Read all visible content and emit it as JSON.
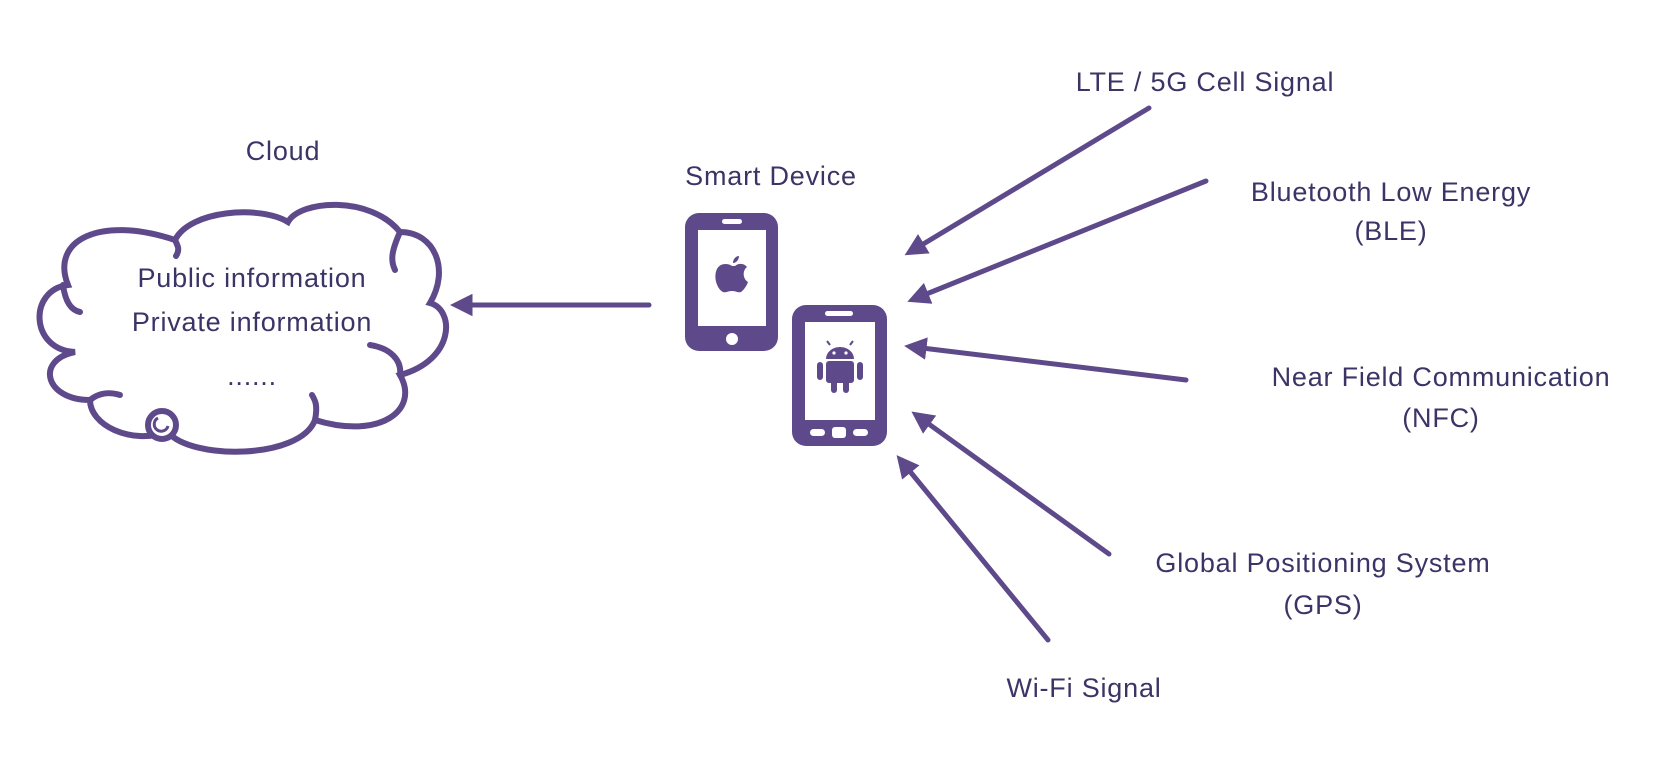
{
  "colors": {
    "accent": "#5e4a8a",
    "text": "#3b3466"
  },
  "cloud": {
    "title": "Cloud",
    "lines": [
      "Public information",
      "Private information",
      "......"
    ]
  },
  "device": {
    "title": "Smart Device",
    "icons": [
      "apple-phone-icon",
      "android-phone-icon"
    ]
  },
  "signals": {
    "lte": {
      "line1": "LTE / 5G Cell Signal"
    },
    "ble": {
      "line1": "Bluetooth Low Energy",
      "line2": "(BLE)"
    },
    "nfc": {
      "line1": "Near Field Communication",
      "line2": "(NFC)"
    },
    "gps": {
      "line1": "Global Positioning System",
      "line2": "(GPS)"
    },
    "wifi": {
      "line1": "Wi-Fi Signal"
    }
  }
}
